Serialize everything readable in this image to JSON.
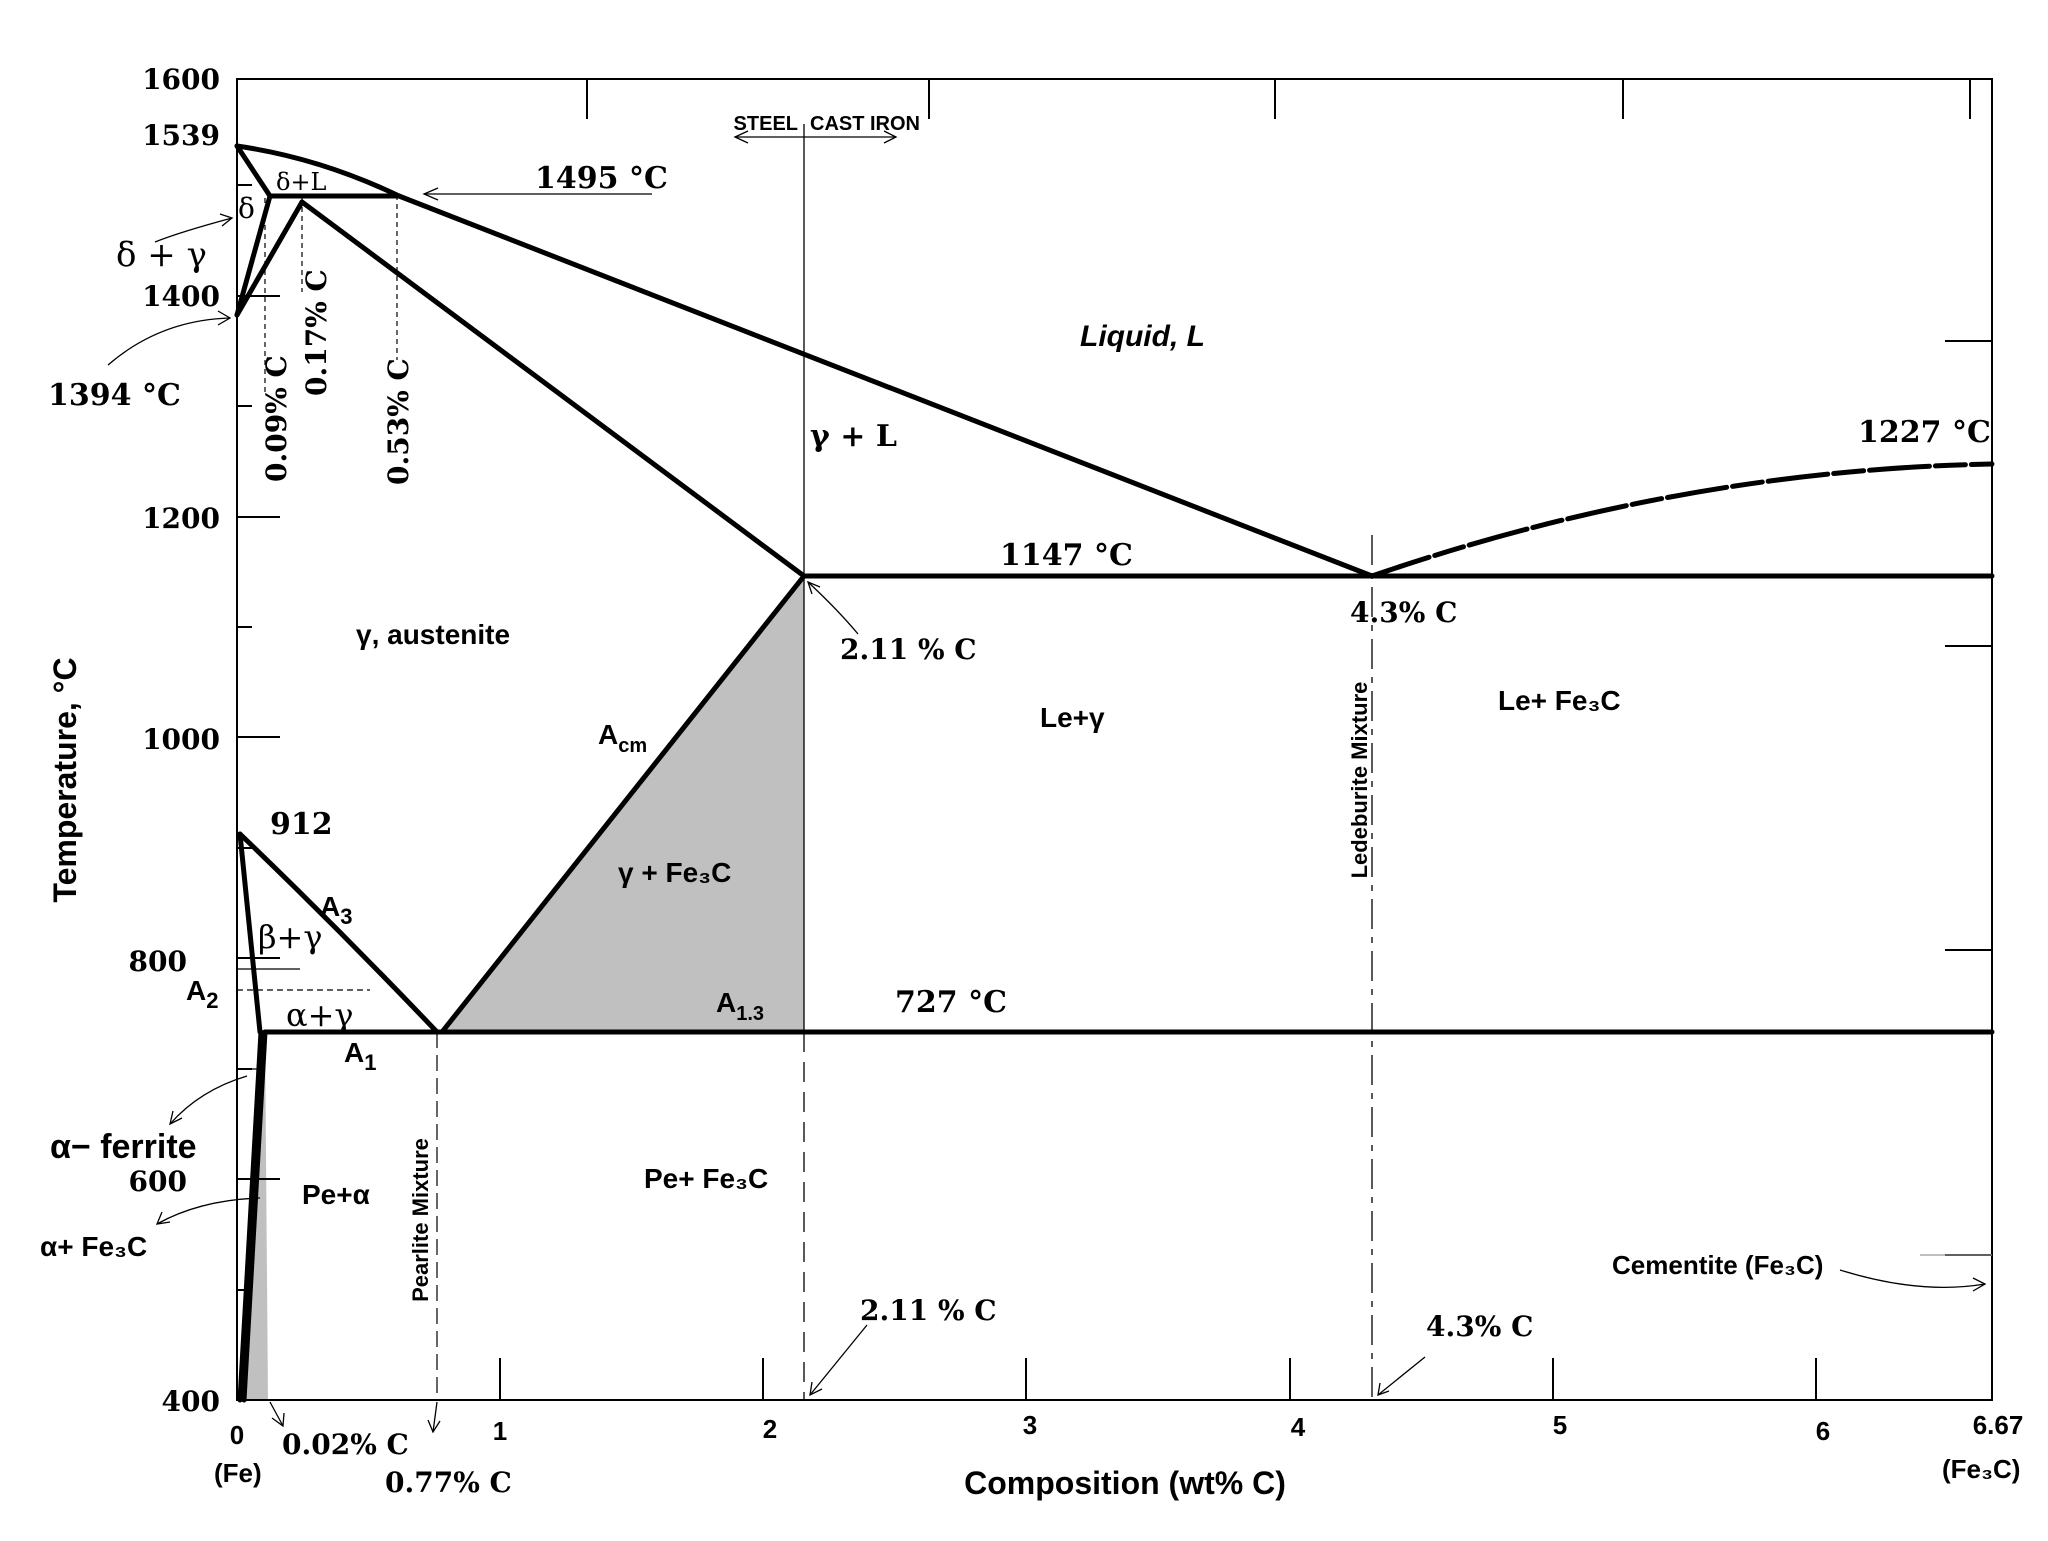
{
  "axes": {
    "ylabel": "Temperature, °C",
    "xlabel": "Composition  (wt% C)",
    "y_ticks": [
      "1600",
      "1539",
      "1400",
      "1200",
      "1000",
      "800",
      "600",
      "400"
    ],
    "x_ticks": [
      "0",
      "1",
      "2",
      "3",
      "4",
      "5",
      "6",
      "6.67"
    ],
    "x_end_label": "(Fe₃C)",
    "x_start_label": "(Fe)"
  },
  "header": {
    "steel": "STEEL",
    "cast_iron": "CAST IRON"
  },
  "temperatures": {
    "t1495": "1495 °C",
    "t1394": "1394 °C",
    "t1227": "1227 °C",
    "t1147": "1147 °C",
    "t912": "912",
    "t727": "727 °C"
  },
  "compositions": {
    "c009": "0.09% C",
    "c017": "0.17% C",
    "c053": "0.53% C",
    "c211_top": "2.11 % C",
    "c43_top": "4.3% C",
    "c211_bottom": "2.11 % C",
    "c43_bottom": "4.3% C",
    "c002": "0.02% C",
    "c077": "0.77% C"
  },
  "regions": {
    "liquid": "Liquid, L",
    "gamma_l": "γ + L",
    "delta_l": "δ+L",
    "delta": "δ",
    "delta_gamma": "δ + γ",
    "austenite": "γ, austenite",
    "le_gamma": "Le+γ",
    "le_fe3c": "Le+ Fe₃C",
    "gamma_fe3c": "γ + Fe₃C",
    "beta_gamma": "β+γ",
    "alpha_gamma": "α+γ",
    "pe_alpha": "Pe+α",
    "pe_fe3c": "Pe+ Fe₃C",
    "alpha_ferrite": "α− ferrite",
    "alpha_fe3c": "α+ Fe₃C",
    "cementite": "Cementite (Fe₃C)",
    "ledeburite": "Ledeburite Mixture",
    "pearlite": "Pearlite Mixture"
  },
  "lines": {
    "a_cm": "A",
    "a_cm_sub": "cm",
    "a3": "A",
    "a3_sub": "3",
    "a2": "A",
    "a2_sub": "2",
    "a1": "A",
    "a1_sub": "1",
    "a13": "A",
    "a13_sub": "1.3"
  },
  "colors": {
    "two_phase_fill": "#c0c0c0",
    "line": "#000000"
  }
}
